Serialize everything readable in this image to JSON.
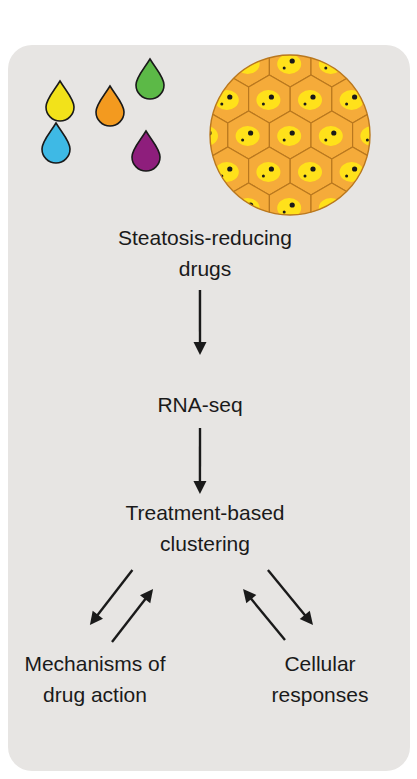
{
  "diagram": {
    "nodes": [
      {
        "text": [
          "Steatosis-reducing drugs"
        ]
      },
      {
        "text": [
          "RNA-seq"
        ]
      },
      {
        "text": [
          "Treatment-based clustering"
        ]
      },
      {
        "text": [
          "Mechanisms of drug action"
        ]
      },
      {
        "text": [
          "Cellular responses"
        ]
      }
    ],
    "edges": [
      {
        "from": 0,
        "to": 1,
        "arrow": "to"
      },
      {
        "from": 1,
        "to": 2,
        "arrow": "to"
      },
      {
        "from": 2,
        "to": 3,
        "arrow": "to"
      },
      {
        "from": 3,
        "to": 2,
        "arrow": "to"
      },
      {
        "from": 4,
        "to": 2,
        "arrow": "to"
      },
      {
        "from": 2,
        "to": 4,
        "arrow": "to"
      }
    ]
  }
}
